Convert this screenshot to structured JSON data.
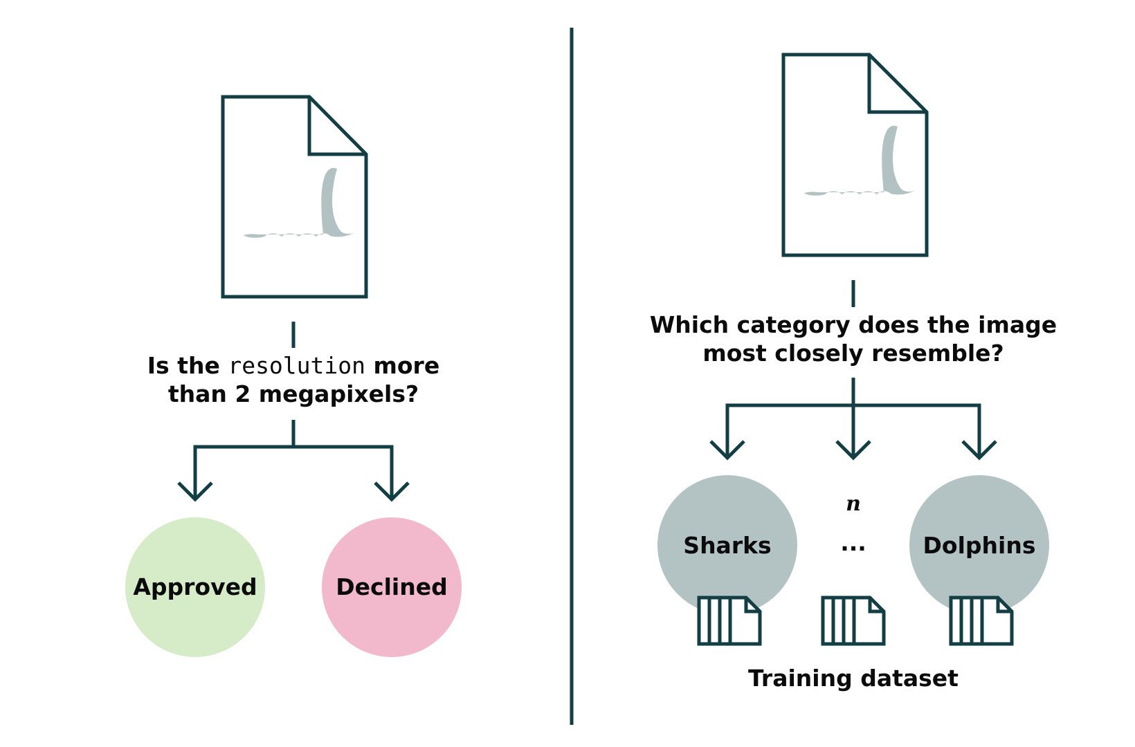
{
  "left": {
    "question_pre": "Is the ",
    "question_code": "resolution",
    "question_post": " more",
    "question_line2": "than 2 megapixels?",
    "outcome_yes": "Approved",
    "outcome_no": "Declined"
  },
  "right": {
    "question_line1": "Which category does the image",
    "question_line2": "most closely resemble?",
    "category_1": "Sharks",
    "category_n": "n",
    "category_ellipsis": "...",
    "category_last": "Dolphins",
    "dataset_label": "Training dataset"
  },
  "icons": {
    "document": "shark-fin-document-icon",
    "dataset": "table-document-icon"
  },
  "colors": {
    "line": "#133e44",
    "fin": "#b2c2c3",
    "approved": "#d6ecc8",
    "declined": "#f1b9cb",
    "category": "#b3c3c4",
    "text": "#0b0b0b"
  }
}
